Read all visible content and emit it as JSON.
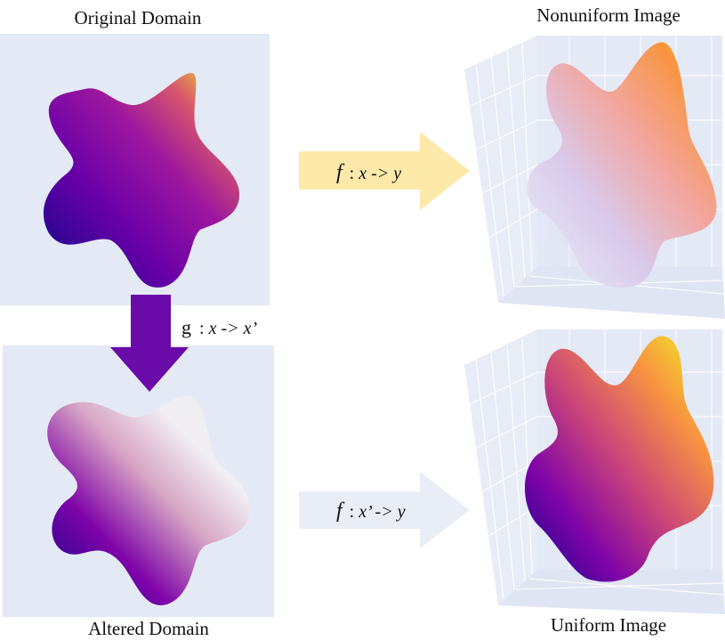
{
  "labels": {
    "original_domain": "Original Domain",
    "altered_domain": "Altered Domain",
    "nonuniform_image": "Nonuniform Image",
    "uniform_image": "Uniform Image"
  },
  "mappings": {
    "f_top": {
      "fn": "f",
      "sep": ":",
      "expr": " x -> y"
    },
    "g": {
      "fn": "g",
      "sep": ":",
      "expr": " x -> x’"
    },
    "f_bottom": {
      "fn": "f",
      "sep": ":",
      "expr": " x’ -> y"
    }
  },
  "colors": {
    "panel_bg": "#e4eaf5",
    "arrow_yellow": "#fde9a9",
    "arrow_pale_blue": "#e8edf6",
    "arrow_purple": "#6a0aa8",
    "plasma_dark": "#0d0887",
    "plasma_purple": "#7e03a8",
    "plasma_pink": "#cc4778",
    "plasma_orange": "#f89540",
    "plasma_yellow": "#f0f921"
  }
}
